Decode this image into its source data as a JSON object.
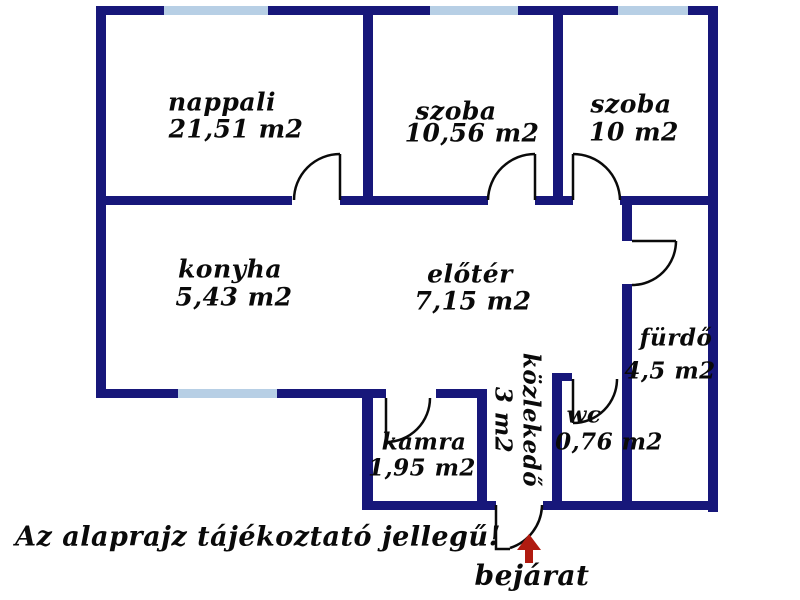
{
  "title": "apartment floor plan",
  "rooms": {
    "nappali": {
      "name": "nappali",
      "area": "21,51 m2"
    },
    "szoba1": {
      "name": "szoba",
      "area": "10,56 m2"
    },
    "szoba2": {
      "name": "szoba",
      "area": "10 m2"
    },
    "konyha": {
      "name": "konyha",
      "area": "5,43 m2"
    },
    "eloter": {
      "name": "előtér",
      "area": "7,15 m2"
    },
    "furdo": {
      "name": "fürdő",
      "area": "4,5 m2"
    },
    "wc": {
      "name": "wc",
      "area": "0,76 m2"
    },
    "kamra": {
      "name": "kamra",
      "area": "1,95 m2"
    },
    "kozlekedo": {
      "name": "közlekedő",
      "area": "3 m2"
    }
  },
  "entrance": {
    "label": "bejárat",
    "arrow_icon": "up-arrow",
    "arrow_color": "#b01b10"
  },
  "disclaimer": "Az alaprajz tájékoztató jellegű!",
  "colors": {
    "wall": "#17177a",
    "window": "#b7cfe5",
    "door_line": "#0a0a0a",
    "text": "#0a0a0a",
    "background": "#ffffff"
  }
}
